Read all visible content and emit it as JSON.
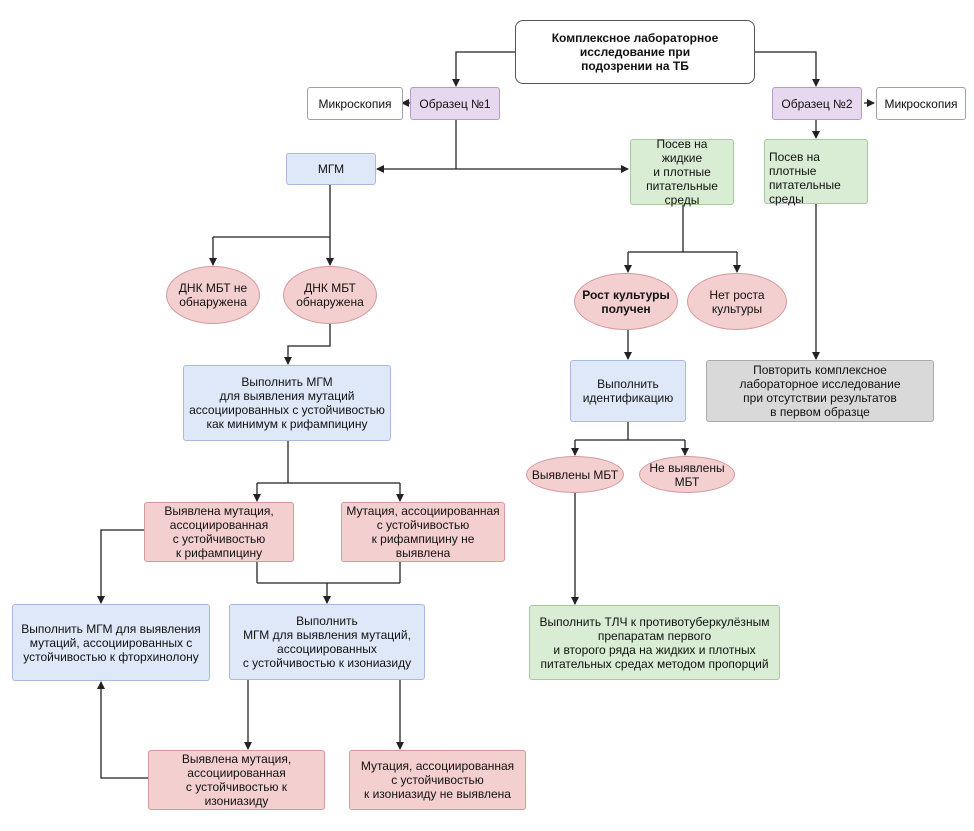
{
  "colors": {
    "line": "#222222",
    "white_fill": "#ffffff",
    "purple_fill": "#e5d8ef",
    "blue_fill": "#dfe8f8",
    "green_fill": "#d9ecd4",
    "pink_fill": "#f4cfd0",
    "gray_fill": "#d9d9d9"
  },
  "nodes": {
    "top": "Комплексное лабораторное\nисследование при\nподозрении на ТБ",
    "micro_left": "Микроскопия",
    "sample1": "Образец №1",
    "sample2": "Образец №2",
    "micro_right": "Микроскопия",
    "mgm": "МГМ",
    "culture_liquid": "Посев на жидкие\nи плотные\nпитательные\nсреды",
    "culture_solid": "Посев на плотные\nпитательные\nсреды",
    "dna_not_found": "ДНК МБТ не\nобнаружена",
    "dna_found": "ДНК МБТ\nобнаружена",
    "growth_yes": "Рост культуры\nполучен",
    "growth_no": "Нет роста\nкультуры",
    "mgm_rif": "Выполнить МГМ\nдля выявления мутаций\nассоциированных с устойчивостью\nкак минимум к рифампицину",
    "identify": "Выполнить\nидентификацию",
    "repeat": "Повторить комплексное\nлабораторное исследование\nпри отсутствии результатов\nв первом образце",
    "mbt_found": "Выявлены МБТ",
    "mbt_not_found": "Не выявлены\nМБТ",
    "rif_mutation": "Выявлена мутация,\nассоциированная\nс устойчивостью\nк рифампицину",
    "rif_no_mutation": "Мутация, ассоциированная\nс устойчивостью\nк рифампицину не выявлена",
    "mgm_fq": "Выполнить МГМ для выявления\nмутаций, ассоциированных с\nустойчивостью к фторхинолону",
    "mgm_inh": "Выполнить\nМГМ для выявления мутаций,\nассоциированных\nс устойчивостью к изониазиду",
    "dst": "Выполнить ТЛЧ к противотуберкулёзным\nпрепаратам первого\nи второго ряда на жидких и плотных\nпитательных средах методом пропорций",
    "inh_mutation": "Выявлена мутация,\nассоциированная\nс устойчивостью к\nизониазиду",
    "inh_no_mutation": "Мутация, ассоциированная\nс устойчивостью\nк изониазиду не выявлена"
  }
}
